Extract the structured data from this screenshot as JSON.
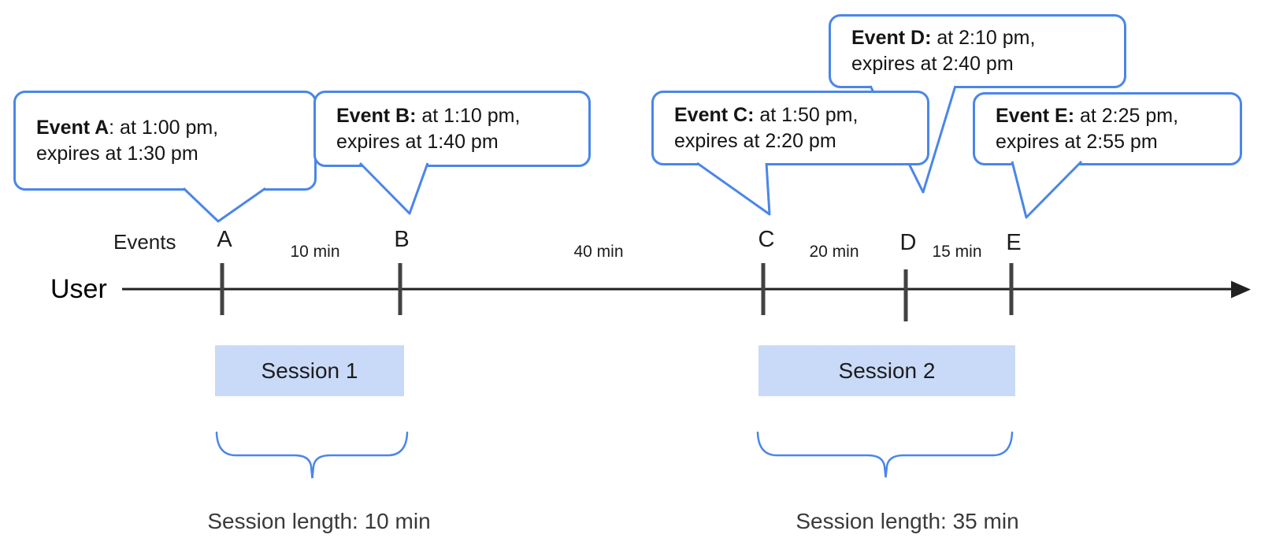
{
  "colors": {
    "accent_blue": "#4a86e8",
    "session_fill": "#c9daf8",
    "timeline_line": "#212121",
    "tick_gray": "#424242"
  },
  "bubbles": [
    {
      "id": "A",
      "bold": "Event A",
      "rest": ": at 1:00 pm,",
      "line2": "expires at 1:30 pm"
    },
    {
      "id": "B",
      "bold": "Event B:",
      "rest": " at 1:10 pm,",
      "line2": "expires at 1:40 pm"
    },
    {
      "id": "C",
      "bold": "Event C:",
      "rest": " at 1:50 pm,",
      "line2": "expires at 2:20 pm"
    },
    {
      "id": "D",
      "bold": "Event D:",
      "rest": " at 2:10 pm,",
      "line2": "expires at 2:40 pm"
    },
    {
      "id": "E",
      "bold": "Event E:",
      "rest": " at 2:25 pm,",
      "line2": "expires at 2:55 pm"
    }
  ],
  "timeline": {
    "axis_label": "User",
    "events_label": "Events",
    "event_marks": [
      "A",
      "B",
      "C",
      "D",
      "E"
    ],
    "gaps": [
      "10 min",
      "40 min",
      "20 min",
      "15 min"
    ]
  },
  "sessions": [
    {
      "label": "Session 1",
      "length_label": "Session length: 10 min"
    },
    {
      "label": "Session 2",
      "length_label": "Session length: 35 min"
    }
  ]
}
